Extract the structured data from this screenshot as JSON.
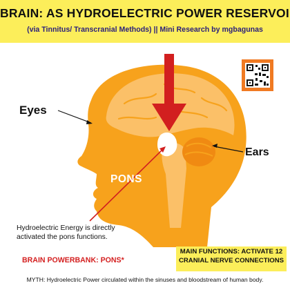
{
  "header": {
    "title": "BRAIN: AS HYDROELECTRIC POWER RESERVOIR",
    "subtitle": "(via Tinnitus/ Transcranial Methods) || Mini Research by mgbagunas"
  },
  "labels": {
    "eyes": "Eyes",
    "ears": "Ears",
    "pons": "PONS"
  },
  "annotation": {
    "energy_line1": "Hydroelectric Energy is directly",
    "energy_line2": "activated the pons functions."
  },
  "powerbank": "BRAIN POWERBANK: PONS*",
  "functions": {
    "line1": "MAIN FUNCTIONS: ACTIVATE 12",
    "line2": "CRANIAL NERVE CONNECTIONS"
  },
  "myth": "MYTH: Hydroelectric Power circulated within the sinuses and bloodstream of human body.",
  "colors": {
    "header_band": "#fcee5a",
    "head": "#f7a21c",
    "brain": "#fbc068",
    "cerebellum": "#f08a12",
    "arrow": "#d21f1f",
    "pons": "#ffffff",
    "qr_frame": "#f07a22"
  },
  "icons": [
    "qr-code-icon"
  ]
}
